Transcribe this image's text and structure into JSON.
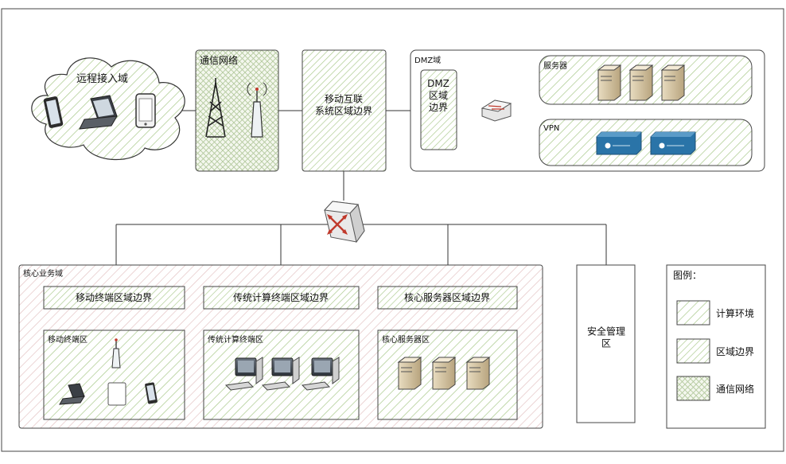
{
  "zones": {
    "remote_access": "远程接入域",
    "comm_network": "通信网络",
    "mobile_boundary": "移动互联\n系统区域边界",
    "dmz_domain": "DMZ域",
    "dmz_boundary": "DMZ\n区域\n边界",
    "servers": "服务器",
    "vpn": "VPN",
    "core_business": "核心业务域",
    "mobile_terminal_boundary": "移动终端区域边界",
    "traditional_terminal_boundary": "传统计算终端区域边界",
    "core_server_boundary": "核心服务器区域边界",
    "mobile_terminal_zone": "移动终端区",
    "traditional_terminal_zone": "传统计算终端区",
    "core_server_zone": "核心服务器区",
    "security_mgmt": "安全管理\n区"
  },
  "legend": {
    "title": "图例：",
    "items": [
      {
        "label": "计算环境",
        "pattern": "diag-sparse"
      },
      {
        "label": "区域边界",
        "pattern": "diag-dense"
      },
      {
        "label": "通信网络",
        "pattern": "cross"
      }
    ]
  },
  "colors": {
    "zone_stroke": "#404040",
    "hatch_green": "#a9c98a",
    "hatch_pink": "#e4c4c4",
    "vpn_blue": "#2a74a8",
    "router_red": "#c0392b"
  }
}
